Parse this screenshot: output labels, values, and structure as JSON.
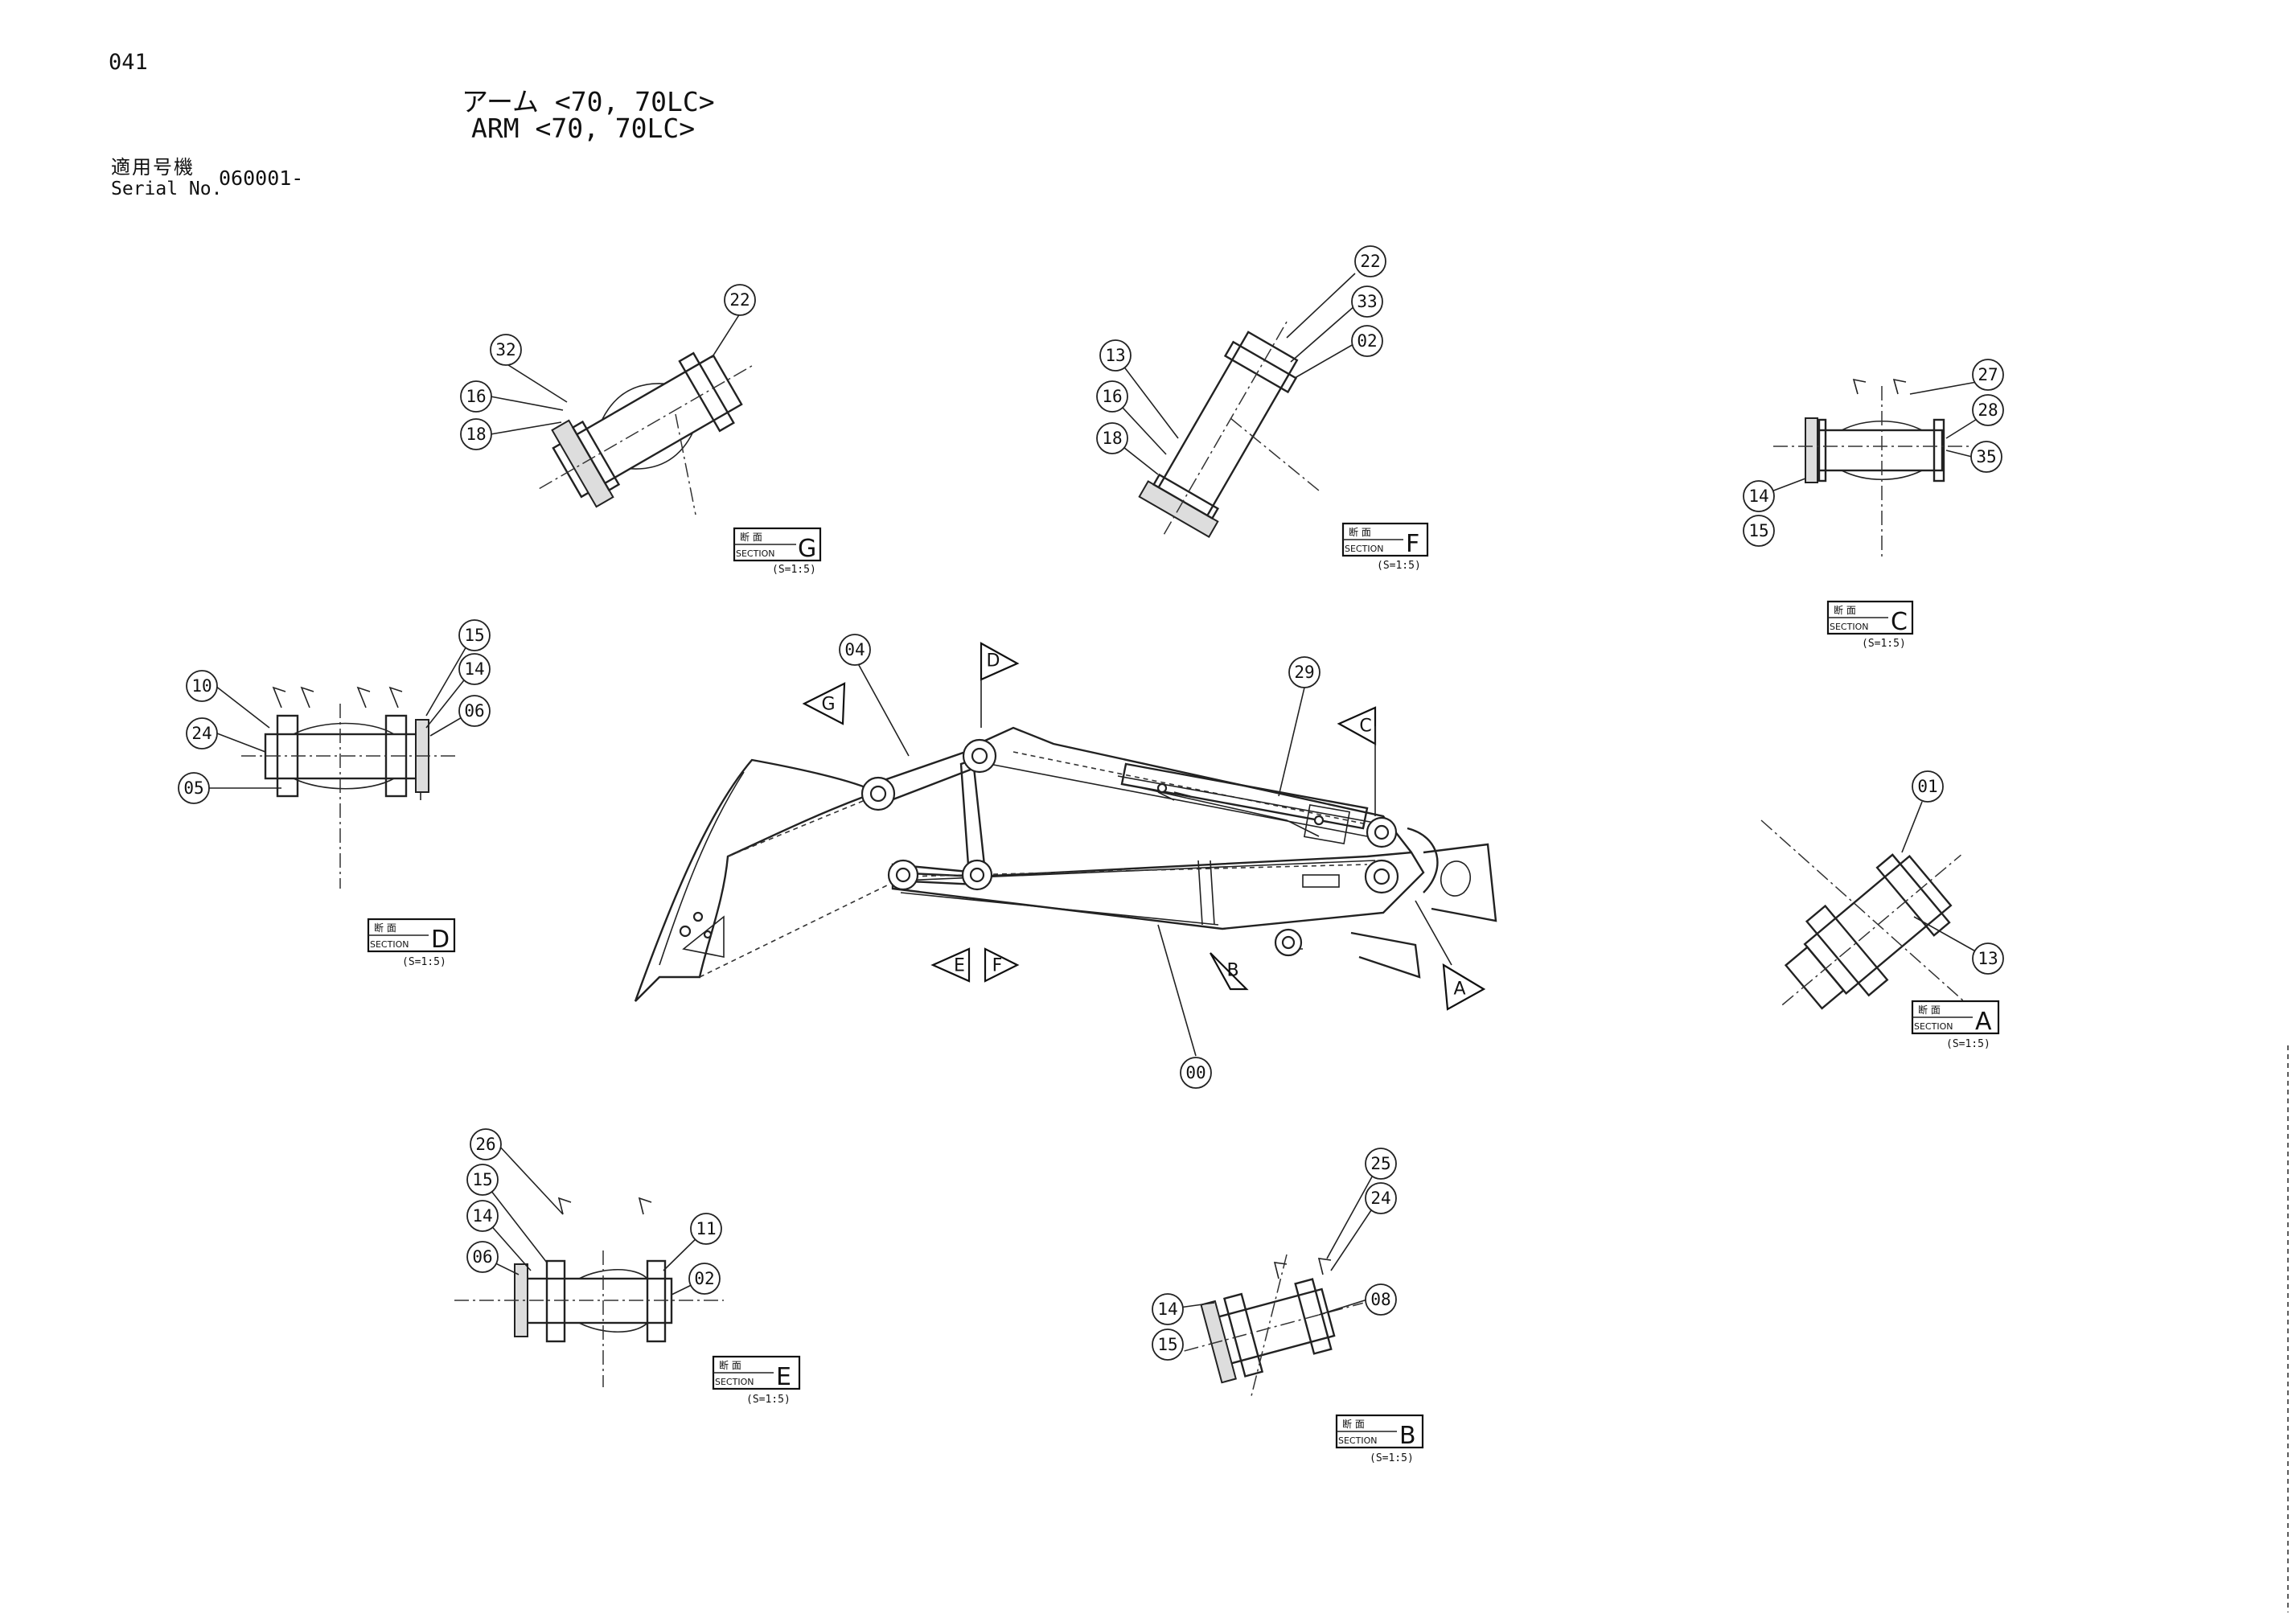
{
  "header": {
    "page_number": "041",
    "title_jp": "アーム <70, 70LC>",
    "title_en": "ARM <70, 70LC>",
    "serial_label_jp": "適用号機",
    "serial_label_en": "Serial No.",
    "serial_value": "060001-"
  },
  "section_label_jp": "断 面",
  "section_label_en": "SECTION",
  "section_scale": "(S=1:5)",
  "sections": {
    "G": {
      "letter": "G",
      "parts": [
        "22",
        "32",
        "16",
        "18"
      ]
    },
    "F": {
      "letter": "F",
      "parts": [
        "22",
        "33",
        "02",
        "13",
        "16",
        "18"
      ]
    },
    "C": {
      "letter": "C",
      "parts": [
        "27",
        "28",
        "35",
        "14",
        "15"
      ]
    },
    "D": {
      "letter": "D",
      "parts": [
        "15",
        "14",
        "06",
        "10",
        "24",
        "05"
      ]
    },
    "A": {
      "letter": "A",
      "parts": [
        "01",
        "13"
      ]
    },
    "E": {
      "letter": "E",
      "parts": [
        "26",
        "15",
        "14",
        "06",
        "11",
        "02"
      ]
    },
    "B": {
      "letter": "B",
      "parts": [
        "25",
        "24",
        "08",
        "14",
        "15"
      ]
    }
  },
  "main_view": {
    "parts": [
      "04",
      "29",
      "00"
    ],
    "view_arrows": [
      "G",
      "D",
      "C",
      "E",
      "F",
      "B",
      "A"
    ]
  }
}
